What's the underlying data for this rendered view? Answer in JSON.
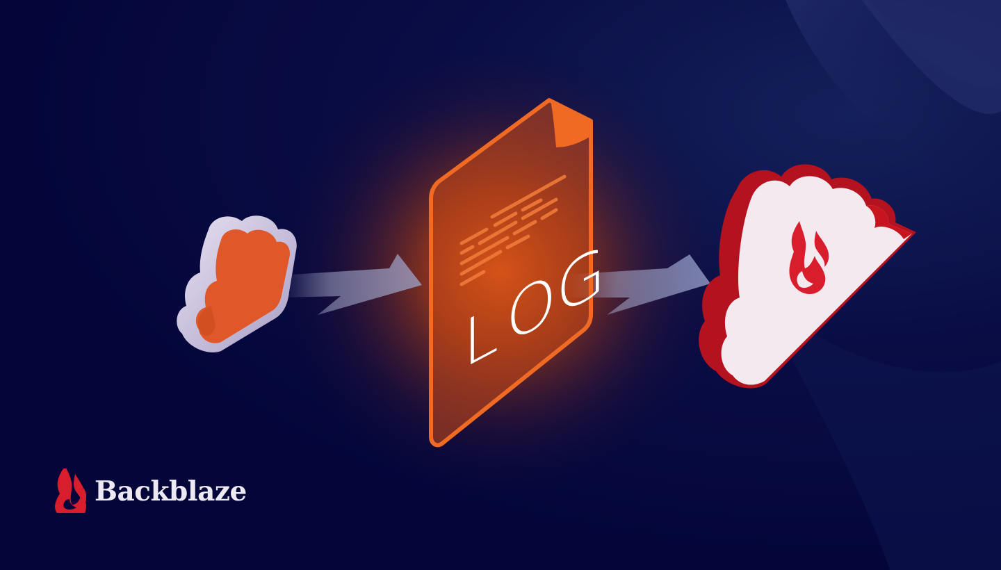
{
  "doc_label": {
    "letters": [
      "L",
      "O",
      "G"
    ]
  },
  "brand": {
    "name": "Backblaze"
  },
  "colors": {
    "background": "#05073a",
    "accent_orange": "#e05a20",
    "brand_red": "#d81e2c",
    "cloud_lilac": "#c9c2dc",
    "arrow": "#9aa3c8"
  },
  "icons": [
    "source-cloud-icon",
    "log-document-icon",
    "backblaze-cloud-icon",
    "backblaze-flame-icon"
  ]
}
